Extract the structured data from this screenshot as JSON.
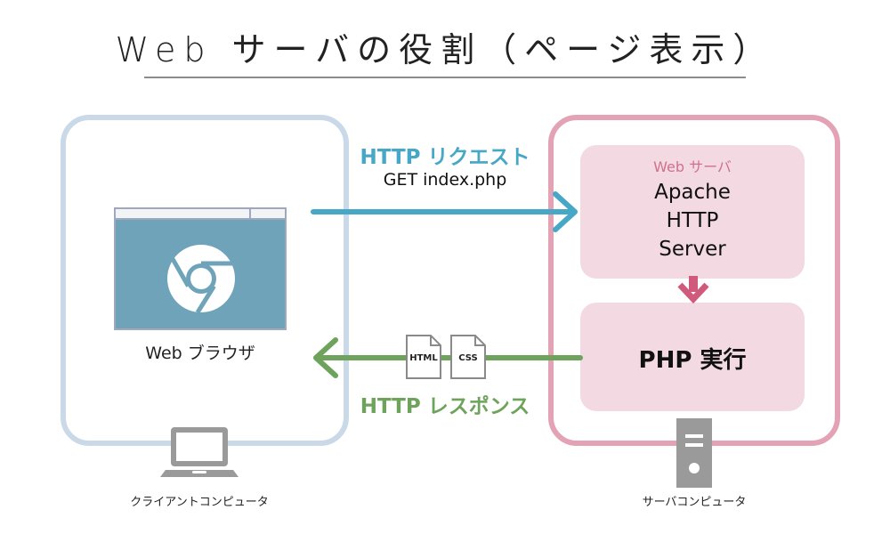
{
  "title": "Web サーバの役割（ページ表示）",
  "client": {
    "browser_label": "Web ブラウザ",
    "browser_icon": "chrome-icon",
    "caption": "クライアントコンピュータ",
    "device_icon": "laptop-icon"
  },
  "request": {
    "title": "HTTP リクエスト",
    "detail": "GET index.php"
  },
  "response": {
    "title": "HTTP レスポンス",
    "documents": [
      "HTML",
      "CSS"
    ]
  },
  "server": {
    "webserver_label": "Web サーバ",
    "webserver_name_lines": [
      "Apache",
      "HTTP",
      "Server"
    ],
    "php_label": "PHP 実行",
    "caption": "サーバコンピュータ",
    "device_icon": "server-tower-icon"
  },
  "colors": {
    "client_border": "#c9d9e8",
    "server_border": "#e3a3b4",
    "request": "#46a7c6",
    "response": "#6ea35c",
    "inner_fill": "#f3dae2",
    "flow_arrow": "#d05a7c",
    "device_gray": "#9a9a9a",
    "browser_fill": "#6fa3b9"
  }
}
